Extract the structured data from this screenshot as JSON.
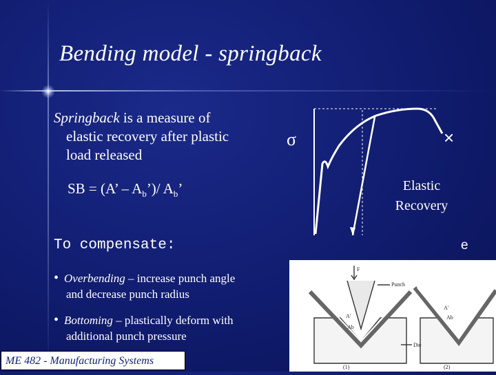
{
  "slide": {
    "title": "Bending model - springback",
    "intro": {
      "term": "Springback",
      "line1_rest": " is a measure of",
      "line2": "elastic recovery after plastic",
      "line3": "load released"
    },
    "formula": {
      "prefix": "SB = (A’ – A",
      "sub1": "b",
      "middle": "’)/ A",
      "sub2": "b",
      "suffix": "’"
    },
    "compensate_heading": "To compensate:",
    "bullets": [
      {
        "term": "Overbending",
        "rest": " – increase punch angle",
        "cont": "and decrease punch radius"
      },
      {
        "term": "Bottoming",
        "rest": " – plastically deform with",
        "cont": "additional punch pressure"
      }
    ],
    "footer": "ME 482 - Manufacturing Systems"
  },
  "graph": {
    "y_label": "σ",
    "x_label": "e",
    "annotation_line1": "Elastic",
    "annotation_line2": "Recovery",
    "fracture_marker": "×"
  },
  "tooling_figure": {
    "labels": {
      "force": "F",
      "punch": "Punch",
      "die": "Die",
      "panel1": "(1)",
      "panel2": "(2)",
      "a_prime": "A'",
      "ab": "Ab",
      "a_prime_2": "A'",
      "ab_2": "Ab"
    }
  }
}
